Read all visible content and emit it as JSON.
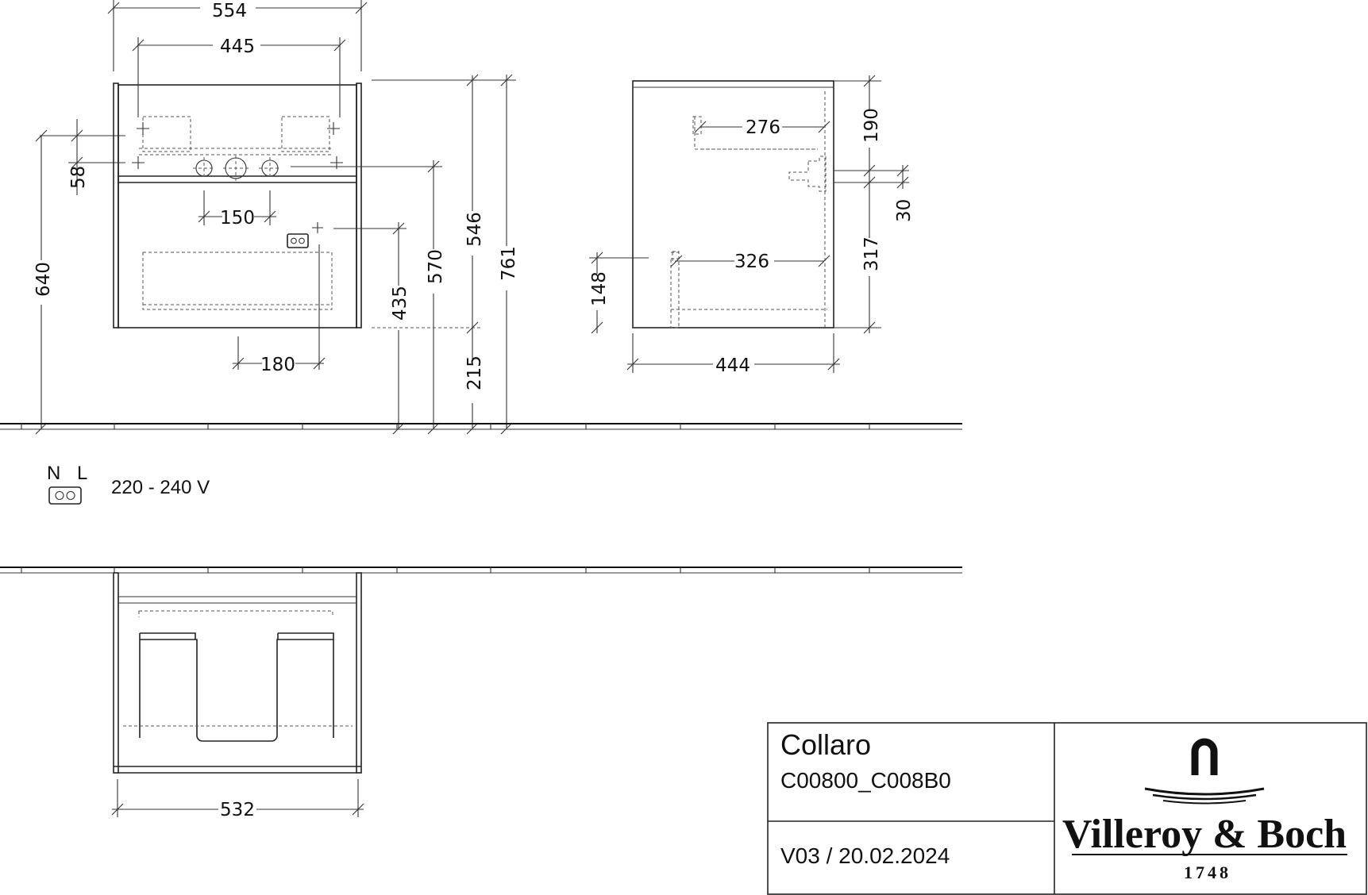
{
  "dimensions": {
    "front": {
      "overall_width": "554",
      "inner_width": "445",
      "edge_offset": "58",
      "mount_height": "640",
      "valve_spacing": "150",
      "socket_height": "435",
      "drain_height": "570",
      "body_height": "546",
      "top_height": "761",
      "floor_gap": "215",
      "socket_offset": "180"
    },
    "side": {
      "upper_width": "276",
      "lower_width": "326",
      "upper_height": "190",
      "gap_height": "30",
      "lower_height": "317",
      "lower_left_height": "148",
      "depth": "444"
    },
    "plan": {
      "width": "532"
    }
  },
  "electrical": {
    "neutral": "N",
    "live": "L",
    "voltage": "220 - 240 V"
  },
  "title_block": {
    "product": "Collaro",
    "code": "C00800_C008B0",
    "version": "V03 / 20.02.2024",
    "brand": "Villeroy & Boch",
    "year": "1748"
  }
}
